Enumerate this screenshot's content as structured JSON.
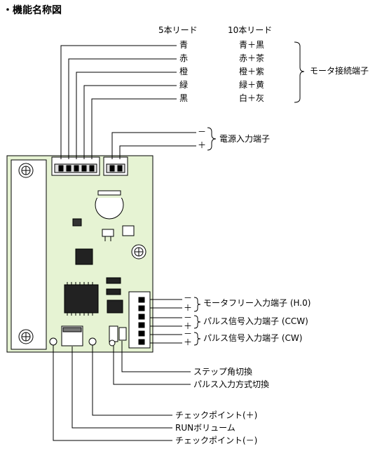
{
  "title": "・機能名称図",
  "headers": {
    "five_lead": "5本リード",
    "ten_lead": "10本リード"
  },
  "leads": [
    {
      "five": "青",
      "ten": "青＋黒"
    },
    {
      "five": "赤",
      "ten": "赤＋茶"
    },
    {
      "five": "橙",
      "ten": "橙＋紫"
    },
    {
      "five": "緑",
      "ten": "緑＋黄"
    },
    {
      "five": "黒",
      "ten": "白＋灰"
    }
  ],
  "motor_terminal": "モータ接続端子",
  "power": {
    "minus": "－",
    "plus": "＋",
    "label": "電源入力端子"
  },
  "signals": [
    {
      "minus": "－",
      "plus": "＋",
      "label": "モータフリー入力端子 (H.0)"
    },
    {
      "minus": "－",
      "plus": "＋",
      "label": "パルス信号入力端子 (CCW)"
    },
    {
      "minus": "－",
      "plus": "＋",
      "label": "パルス信号入力端子 (CW)"
    }
  ],
  "controls": {
    "step_angle": "ステップ角切換",
    "pulse_mode": "パルス入力方式切換",
    "checkpoint_plus": "チェックポイント(＋)",
    "run_volume": "RUNボリューム",
    "checkpoint_minus": "チェックポイント(－)"
  },
  "colors": {
    "board": "#e6f3d3",
    "line": "#000000"
  }
}
